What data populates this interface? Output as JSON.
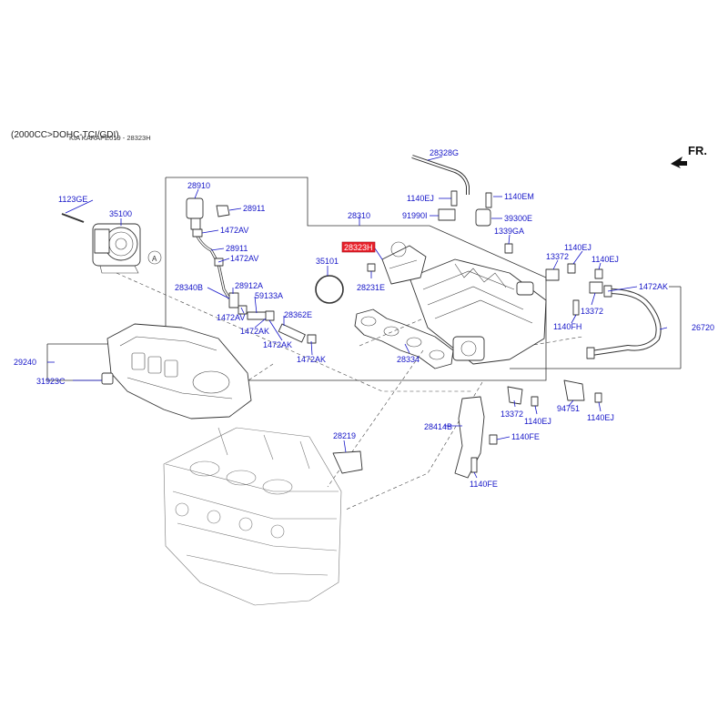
{
  "header": {
    "title": "(2000CC>DOHC-TCI/GDI)",
    "ref": "KIA KARAPE019 - 28323H"
  },
  "direction_label": "FR.",
  "highlight_color": "#e8202a",
  "label_color": "#1515c8",
  "part_labels": {
    "p28328G": "28328G",
    "p1123GE": "1123GE",
    "p35100": "35100",
    "p28910": "28910",
    "p28911a": "28911",
    "p1472AVa": "1472AV",
    "p28911b": "28911",
    "p1472AVb": "1472AV",
    "p28340B": "28340B",
    "p28912A": "28912A",
    "p59133A": "59133A",
    "p1472AVc": "1472AV",
    "p28362E": "28362E",
    "p1472AKa": "1472AK",
    "p1472AKb": "1472AK",
    "p1472AKc": "1472AK",
    "p28310": "28310",
    "p1140EJa": "1140EJ",
    "p1140EM": "1140EM",
    "p91990I": "91990I",
    "p39300E": "39300E",
    "p1339GA": "1339GA",
    "p28323H": "28323H",
    "p35101": "35101",
    "p28231E": "28231E",
    "p13372a": "13372",
    "p1140EJb": "1140EJ",
    "p1140EJc": "1140EJ",
    "p1472AKd": "1472AK",
    "p13372b": "13372",
    "p1140FH": "1140FH",
    "p26720": "26720",
    "p28334": "28334",
    "p29240": "29240",
    "p31923C": "31923C",
    "p13372c": "13372",
    "p1140EJd": "1140EJ",
    "p94751": "94751",
    "p1140EJe": "1140EJ",
    "p28414B": "28414B",
    "p1140FEa": "1140FE",
    "p28219": "28219",
    "p1140FEb": "1140FE"
  }
}
